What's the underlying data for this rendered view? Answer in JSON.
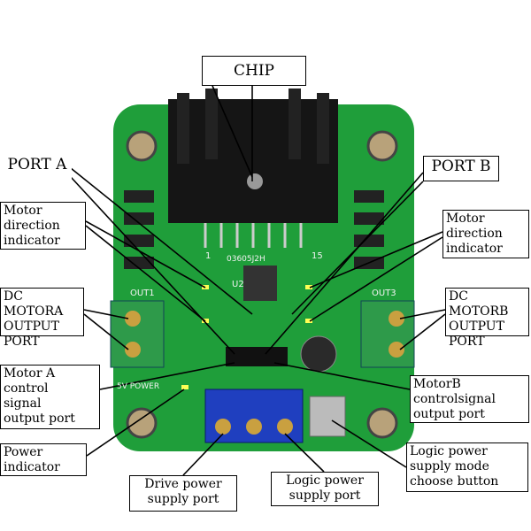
{
  "labels": {
    "chip": "CHIP",
    "port_a": "PORT A",
    "port_b": "PORT B",
    "motor_dir_left": "Motor\ndirection\nindicator",
    "motor_dir_right": "Motor\ndirection\nindicator",
    "dc_motor_a": "DC MOTORA\nOUTPUT\nPORT",
    "dc_motor_b": "DC MOTORB\nOUTPUT\nPORT",
    "motor_a_control": "Motor A\ncontrol\nsignal\noutput port",
    "motor_b_control": "MotorB\ncontrolsignal\noutput port",
    "power_indicator": "Power\nindicator",
    "drive_power": "Drive power\nsupply port",
    "logic_power": "Logic power\nsupply port",
    "logic_mode": "Logic power\nsupply mode\nchoose button"
  },
  "board": {
    "color": "#1f9e3a",
    "silkscreen": [
      "OUT1",
      "OUT3",
      "03605J2H",
      "U2",
      "5V POWER",
      "15",
      "1"
    ]
  }
}
